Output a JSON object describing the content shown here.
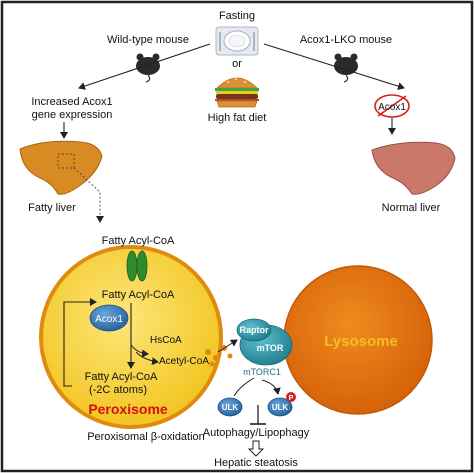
{
  "top": {
    "fasting": "Fasting",
    "or": "or",
    "high_fat_diet": "High fat diet",
    "wild_type": "Wild-type mouse",
    "ko_mouse": "Acox1-LKO mouse"
  },
  "left": {
    "increased_line1": "Increased Acox1",
    "increased_line2": "gene expression",
    "fatty_liver": "Fatty liver"
  },
  "right": {
    "acox1_crossed": "Acox1",
    "normal_liver": "Normal liver"
  },
  "peroxisome": {
    "fatty_acyl_coa_outer": "Fatty Acyl-CoA",
    "fatty_acyl_coa_inner": "Fatty Acyl-CoA",
    "acox1": "Acox1",
    "hscoa": "HsCoA",
    "acetyl_coa": "Acetyl-CoA",
    "product_line1": "Fatty Acyl-CoA",
    "product_line2": "(-2C atoms)",
    "title": "Peroxisome",
    "caption": "Peroxisomal β-oxidation"
  },
  "mtor": {
    "raptor": "Raptor",
    "mtor": "mTOR",
    "mtorc1": "mTORC1",
    "ulk1": "ULK",
    "ulk2": "ULK",
    "p": "P"
  },
  "lysosome": {
    "label": "Lysosome"
  },
  "bottom": {
    "autophagy": "Autophagy/Lipophagy",
    "steatosis": "Hepatic steatosis"
  },
  "colors": {
    "peroxisome_fill": "#f8d23a",
    "peroxisome_border": "#e08a10",
    "lysosome_fill": "#e8730c",
    "lysosome_text": "#f0c020",
    "peroxisome_title": "#d41010",
    "acox1_blue": "#2f6fb0",
    "mtor_teal": "#2a8fa0",
    "fatty_liver": "#d88b23",
    "normal_liver": "#c9786a",
    "channel_green": "#2e8b2e"
  }
}
